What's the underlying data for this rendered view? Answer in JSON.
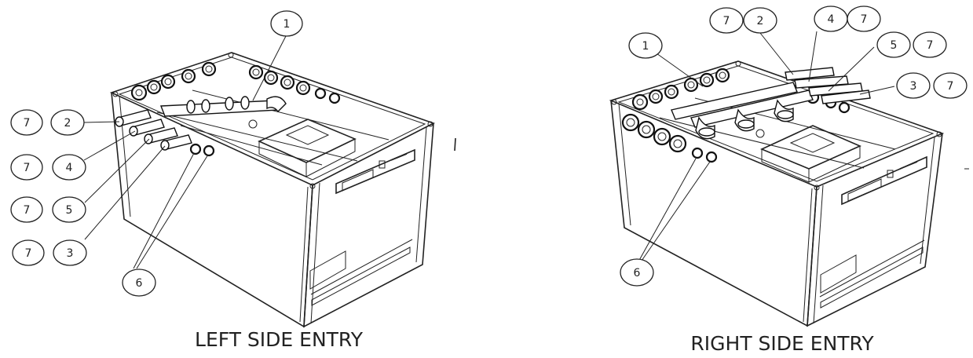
{
  "figures": [
    {
      "id": "left",
      "caption": "LEFT SIDE ENTRY",
      "callouts": [
        "1",
        "7",
        "2",
        "7",
        "4",
        "7",
        "5",
        "7",
        "3",
        "6"
      ]
    },
    {
      "id": "right",
      "caption": "RIGHT SIDE ENTRY",
      "callouts": [
        "7",
        "2",
        "4",
        "7",
        "1",
        "5",
        "7",
        "3",
        "7",
        "6"
      ]
    }
  ]
}
